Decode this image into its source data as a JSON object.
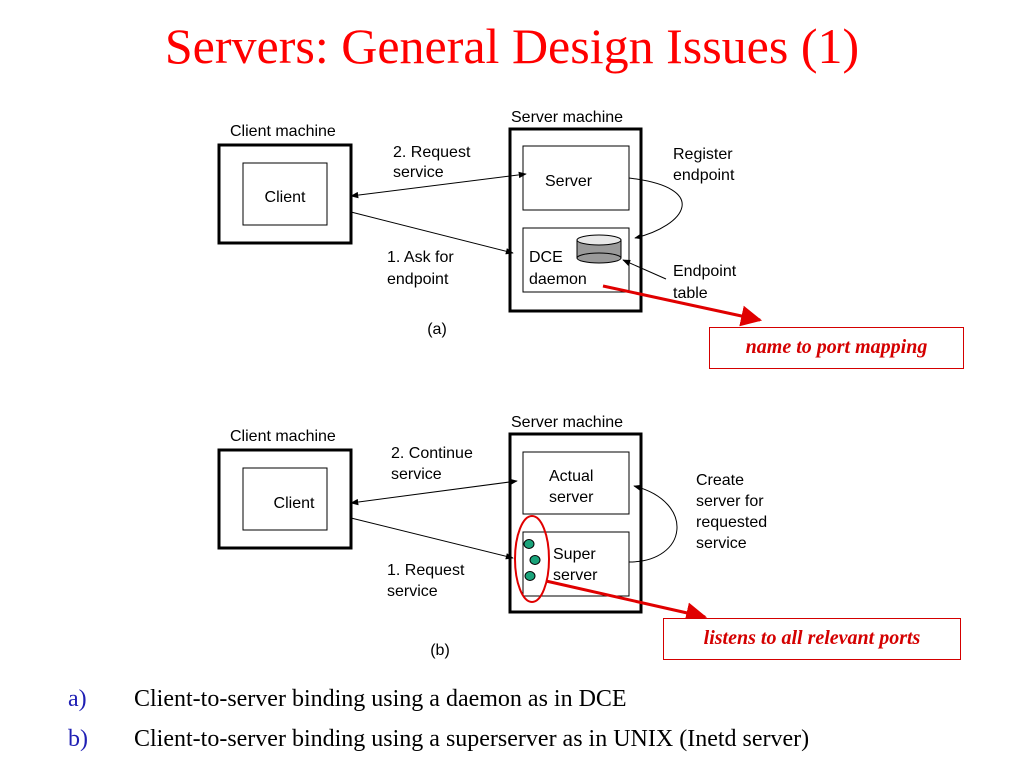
{
  "title": "Servers: General Design Issues (1)",
  "diagram_a": {
    "client_machine": "Client machine",
    "client": "Client",
    "server_machine": "Server machine",
    "server": "Server",
    "request_label": [
      "2. Request",
      "service"
    ],
    "ask_label": [
      "1. Ask for",
      "endpoint"
    ],
    "register_label": [
      "Register",
      "endpoint"
    ],
    "dce_label": [
      "DCE",
      "daemon"
    ],
    "endpoint_table_label": [
      "Endpoint",
      "table"
    ],
    "sub_label": "(a)",
    "annotation": "name to port mapping"
  },
  "diagram_b": {
    "client_machine": "Client machine",
    "client": "Client",
    "server_machine": "Server machine",
    "actual_server_label": [
      "Actual",
      "server"
    ],
    "continue_label": [
      "2. Continue",
      "service"
    ],
    "request_label": [
      "1. Request",
      "service"
    ],
    "create_label": [
      "Create",
      "server for",
      "requested",
      "service"
    ],
    "super_label": [
      "Super",
      "server"
    ],
    "sub_label": "(b)",
    "annotation": "listens to all relevant ports"
  },
  "captions": [
    {
      "marker": "a)",
      "text": "Client-to-server binding using a daemon as in DCE"
    },
    {
      "marker": "b)",
      "text": "Client-to-server binding using a superserver as in UNIX (Inetd server)"
    }
  ],
  "colors": {
    "title": "#ff0000",
    "annotation": "#d40000",
    "caption_marker": "#1f1fb4",
    "port_dot": "#1aa37a"
  }
}
